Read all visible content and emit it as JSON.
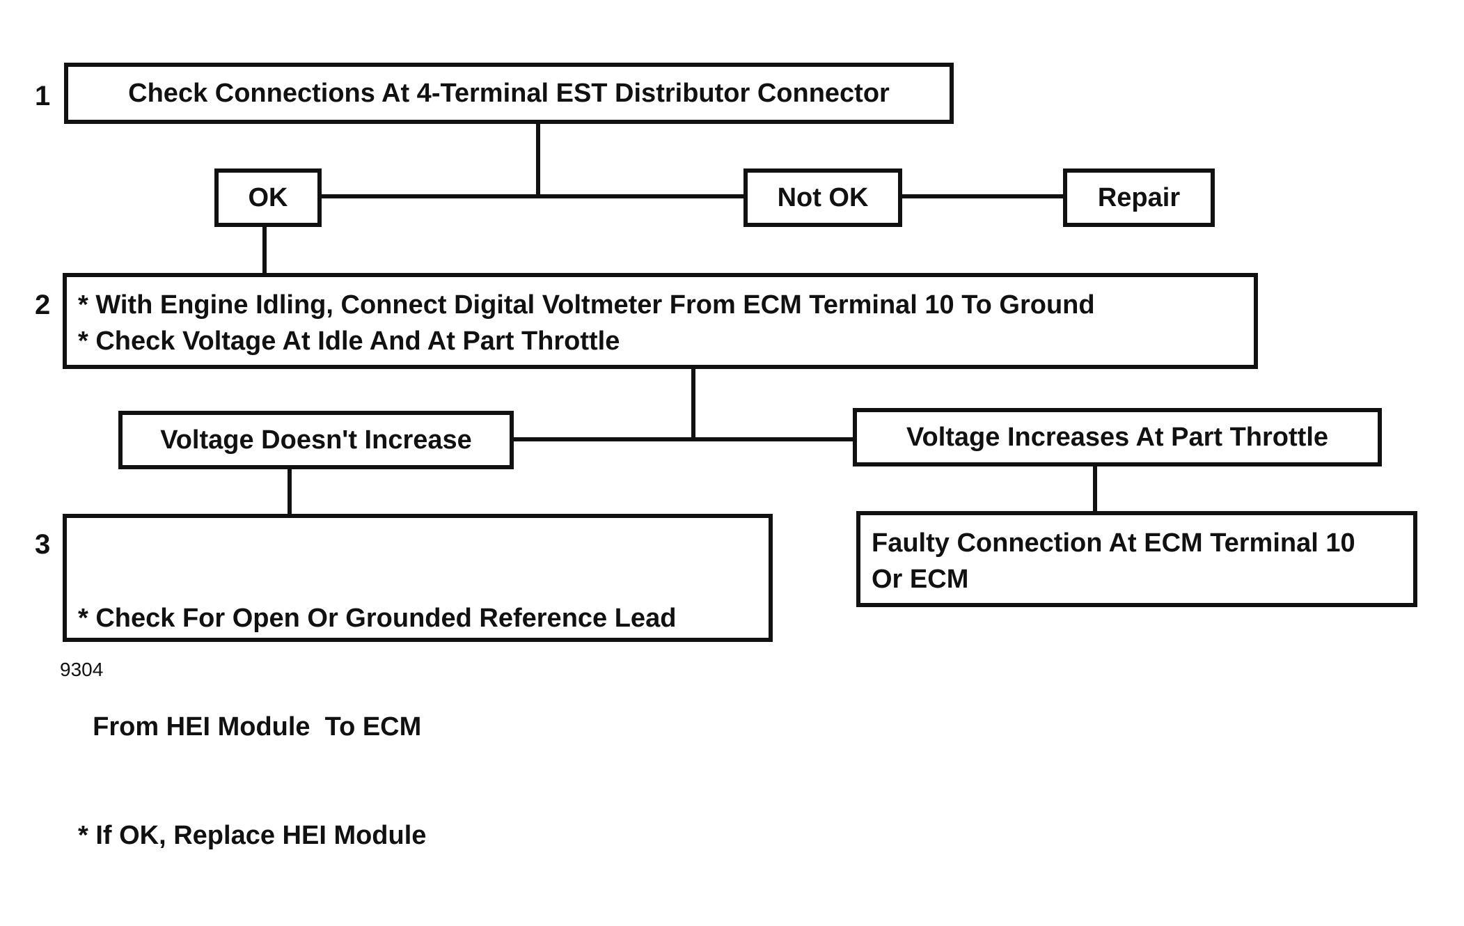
{
  "steps": [
    "1",
    "2",
    "3"
  ],
  "boxes": {
    "check_connections": "Check Connections At 4-Terminal EST Distributor Connector",
    "ok": "OK",
    "not_ok": "Not OK",
    "repair": "Repair",
    "step2_lines": [
      "* With Engine Idling, Connect Digital Voltmeter From ECM  Terminal 10 To Ground",
      "* Check Voltage At Idle And At Part Throttle"
    ],
    "voltage_no_increase": "Voltage Doesn't Increase",
    "voltage_increase": "Voltage Increases At Part Throttle",
    "step3_lines": [
      "* Check For Open Or Grounded Reference Lead",
      "  From HEI Module  To ECM",
      "* If OK, Replace HEI Module"
    ],
    "faulty_lines": [
      "Faulty Connection At ECM Terminal 10",
      "Or ECM"
    ]
  },
  "figure_id": "9304"
}
